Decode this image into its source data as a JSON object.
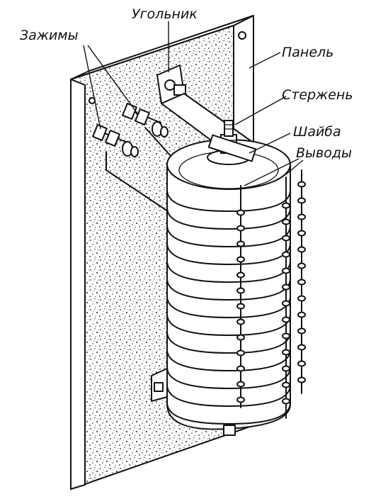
{
  "labels": {
    "clamps": "Зажимы",
    "bracket": "Угольник",
    "panel": "Панель",
    "rod": "Стержень",
    "washer": "Шайба",
    "leads": "Выводы"
  },
  "colors": {
    "ink": "#111111",
    "paper": "#ffffff"
  }
}
